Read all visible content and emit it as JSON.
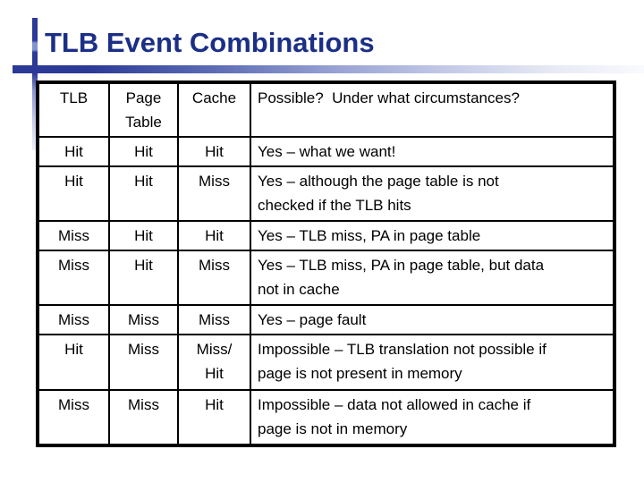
{
  "slide": {
    "title": "TLB Event Combinations"
  },
  "colors": {
    "title_text": "#1B2F86",
    "accent_bar": "#2B3A96",
    "table_border": "#000000",
    "table_text": "#000000",
    "background": "#FFFFFF"
  },
  "table": {
    "headers": [
      "TLB",
      "Page Table",
      "Cache",
      "Possible?  Under what circumstances?"
    ],
    "rows": [
      {
        "tlb": "Hit",
        "page_table": "Hit",
        "cache": "Hit",
        "description": "Yes – what we want!"
      },
      {
        "tlb": "Hit",
        "page_table": "Hit",
        "cache": "Miss",
        "description": "Yes – although the page table is not\nchecked if the TLB hits"
      },
      {
        "tlb": "Miss",
        "page_table": "Hit",
        "cache": "Hit",
        "description": "Yes – TLB miss, PA in page table"
      },
      {
        "tlb": "Miss",
        "page_table": "Hit",
        "cache": "Miss",
        "description": "Yes – TLB miss, PA in page table, but data\nnot in cache"
      },
      {
        "tlb": "Miss",
        "page_table": "Miss",
        "cache": "Miss",
        "description": "Yes – page fault"
      },
      {
        "tlb": "Hit",
        "page_table": "Miss",
        "cache": "Miss/\nHit",
        "description": "Impossible – TLB translation not possible if\npage is not present in memory"
      },
      {
        "tlb": "Miss",
        "page_table": "Miss",
        "cache": "Hit",
        "description": "Impossible – data not allowed in cache if\npage is not in memory"
      }
    ]
  }
}
